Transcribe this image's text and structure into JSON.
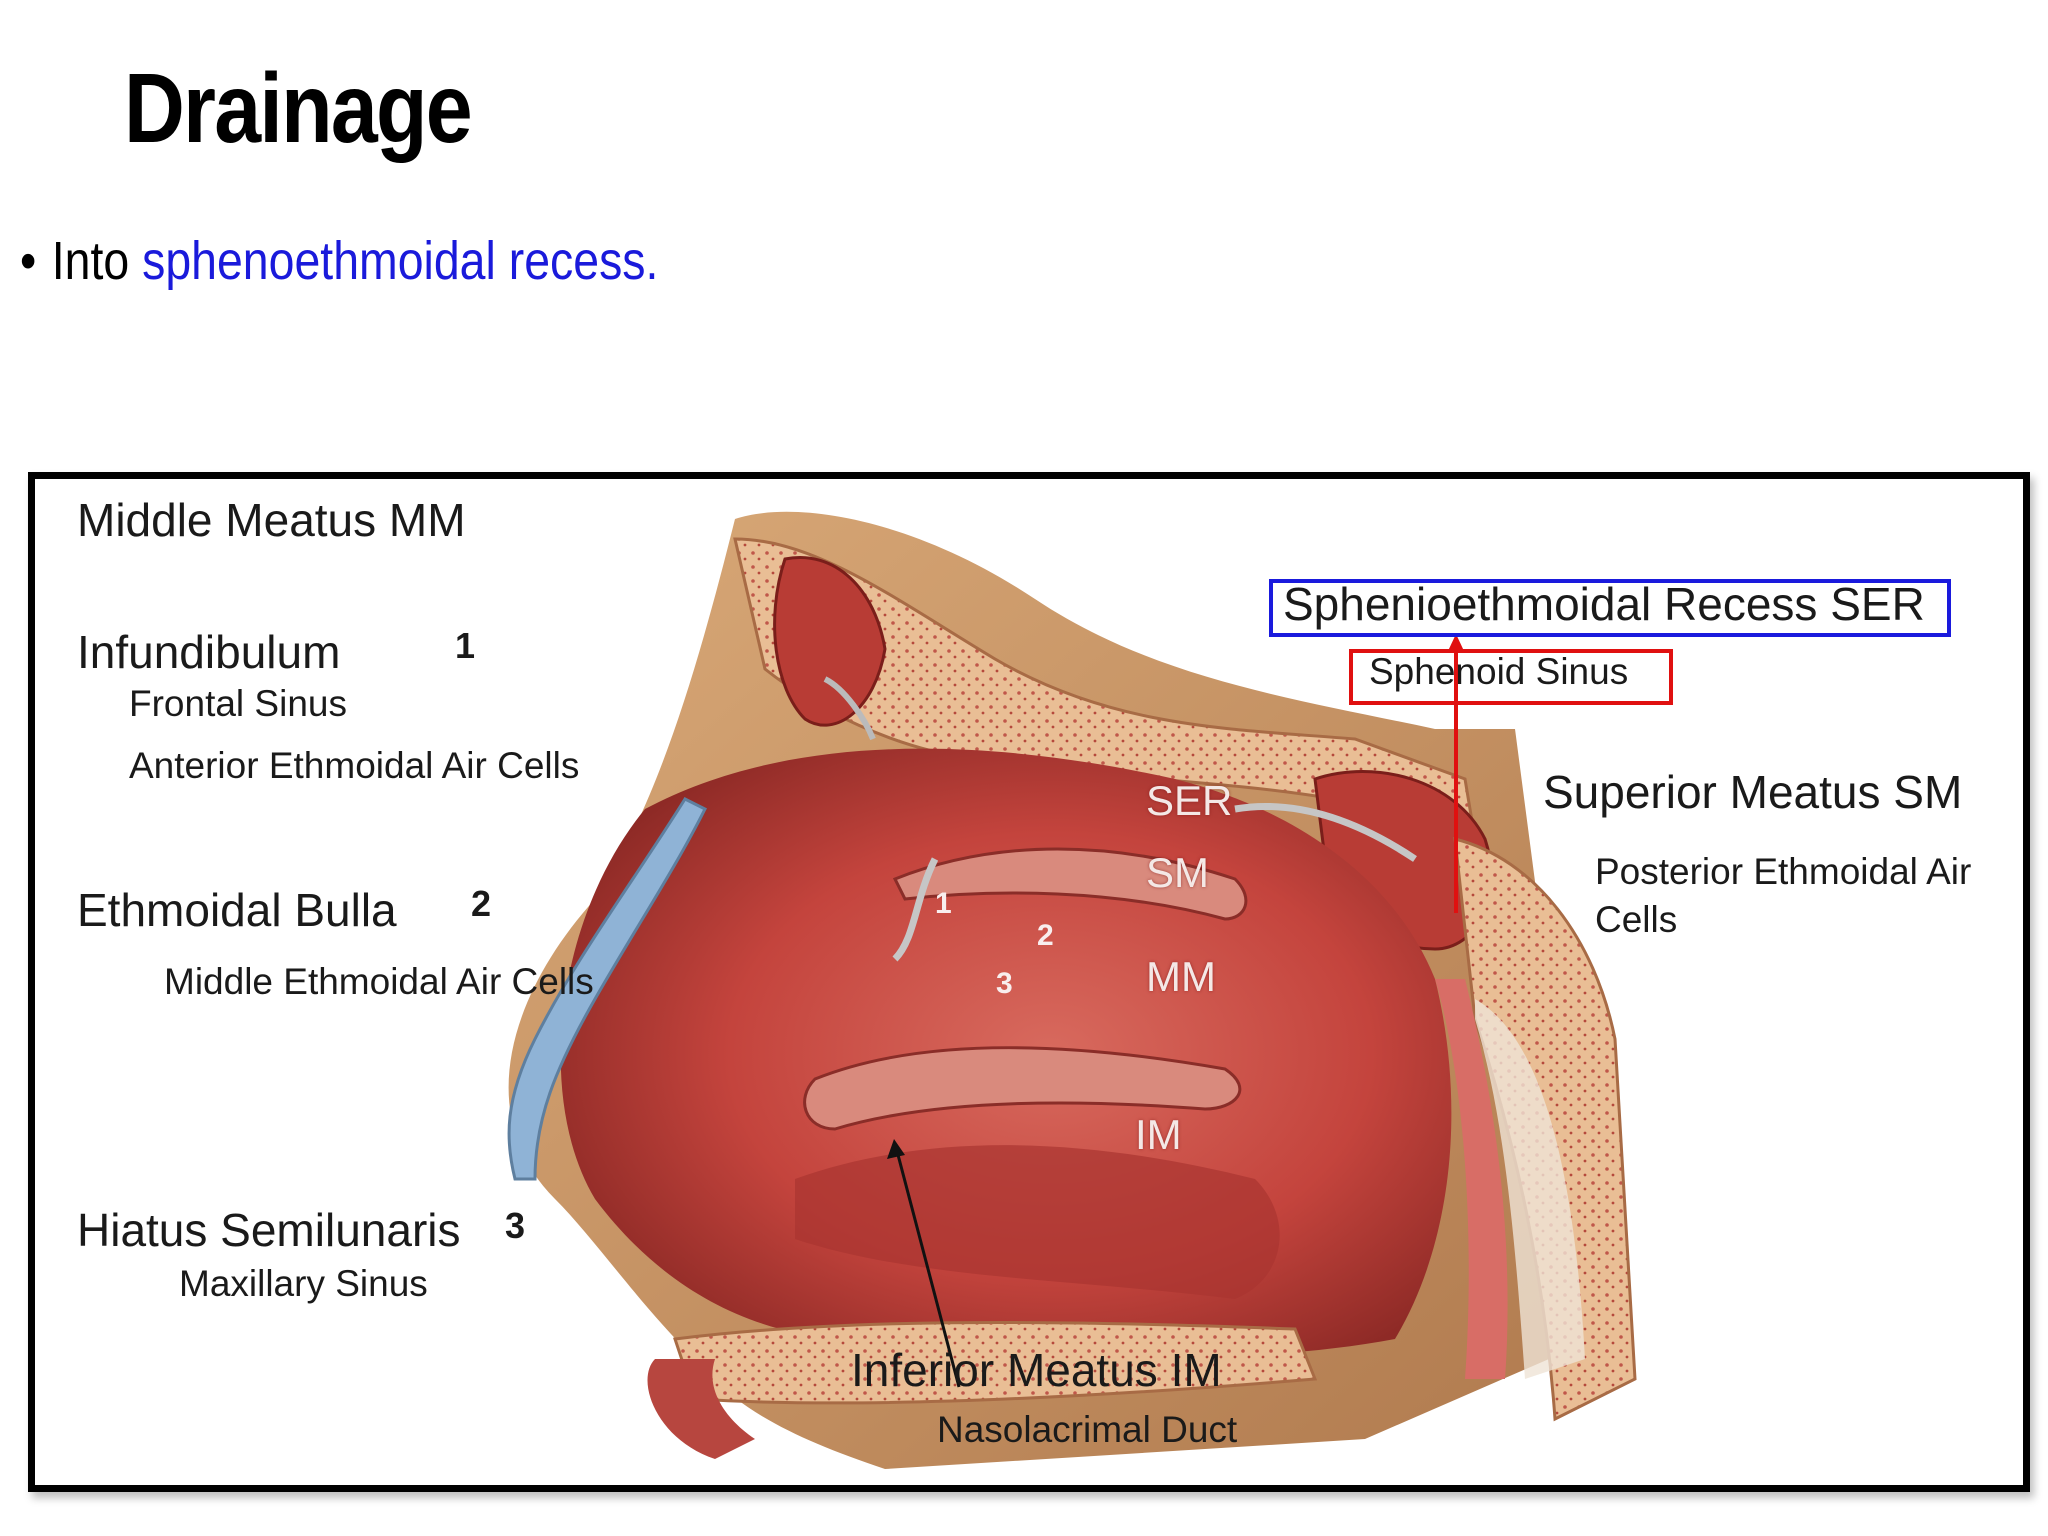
{
  "slide": {
    "title": "Drainage",
    "bullet": {
      "symbol": "•",
      "prefix": "Into ",
      "link_text": "sphenoethmoidal recess."
    }
  },
  "figure": {
    "left_labels": {
      "middle_meatus": "Middle Meatus  MM",
      "infundibulum": "Infundibulum",
      "infundibulum_num": "1",
      "frontal_sinus": "Frontal Sinus",
      "anterior_ethmoidal": "Anterior Ethmoidal Air Cells",
      "ethmoidal_bulla": "Ethmoidal Bulla",
      "ethmoidal_bulla_num": "2",
      "middle_ethmoidal": "Middle Ethmoidal Air Cells",
      "hiatus_semilunaris": "Hiatus Semilunaris",
      "hiatus_num": "3",
      "maxillary_sinus": "Maxillary Sinus"
    },
    "right_labels": {
      "sphenoethmoidal_recess": "Sphenioethmoidal Recess  SER",
      "sphenoid_sinus": "Sphenoid Sinus",
      "superior_meatus": "Superior Meatus  SM",
      "posterior_ethmoidal_line1": "Posterior Ethmoidal Air",
      "posterior_ethmoidal_line2": "Cells"
    },
    "bottom_labels": {
      "inferior_meatus": "Inferior Meatus  IM",
      "nasolacrimal_duct": "Nasolacrimal Duct"
    },
    "inner_labels": {
      "ser": "SER",
      "sm": "SM",
      "mm": "MM",
      "im": "IM",
      "n1": "1",
      "n2": "2",
      "n3": "3"
    },
    "colors": {
      "blue_box": "#1a1add",
      "red_box": "#e01010",
      "tissue": "#c9443f",
      "bone": "#e7b98f"
    }
  }
}
